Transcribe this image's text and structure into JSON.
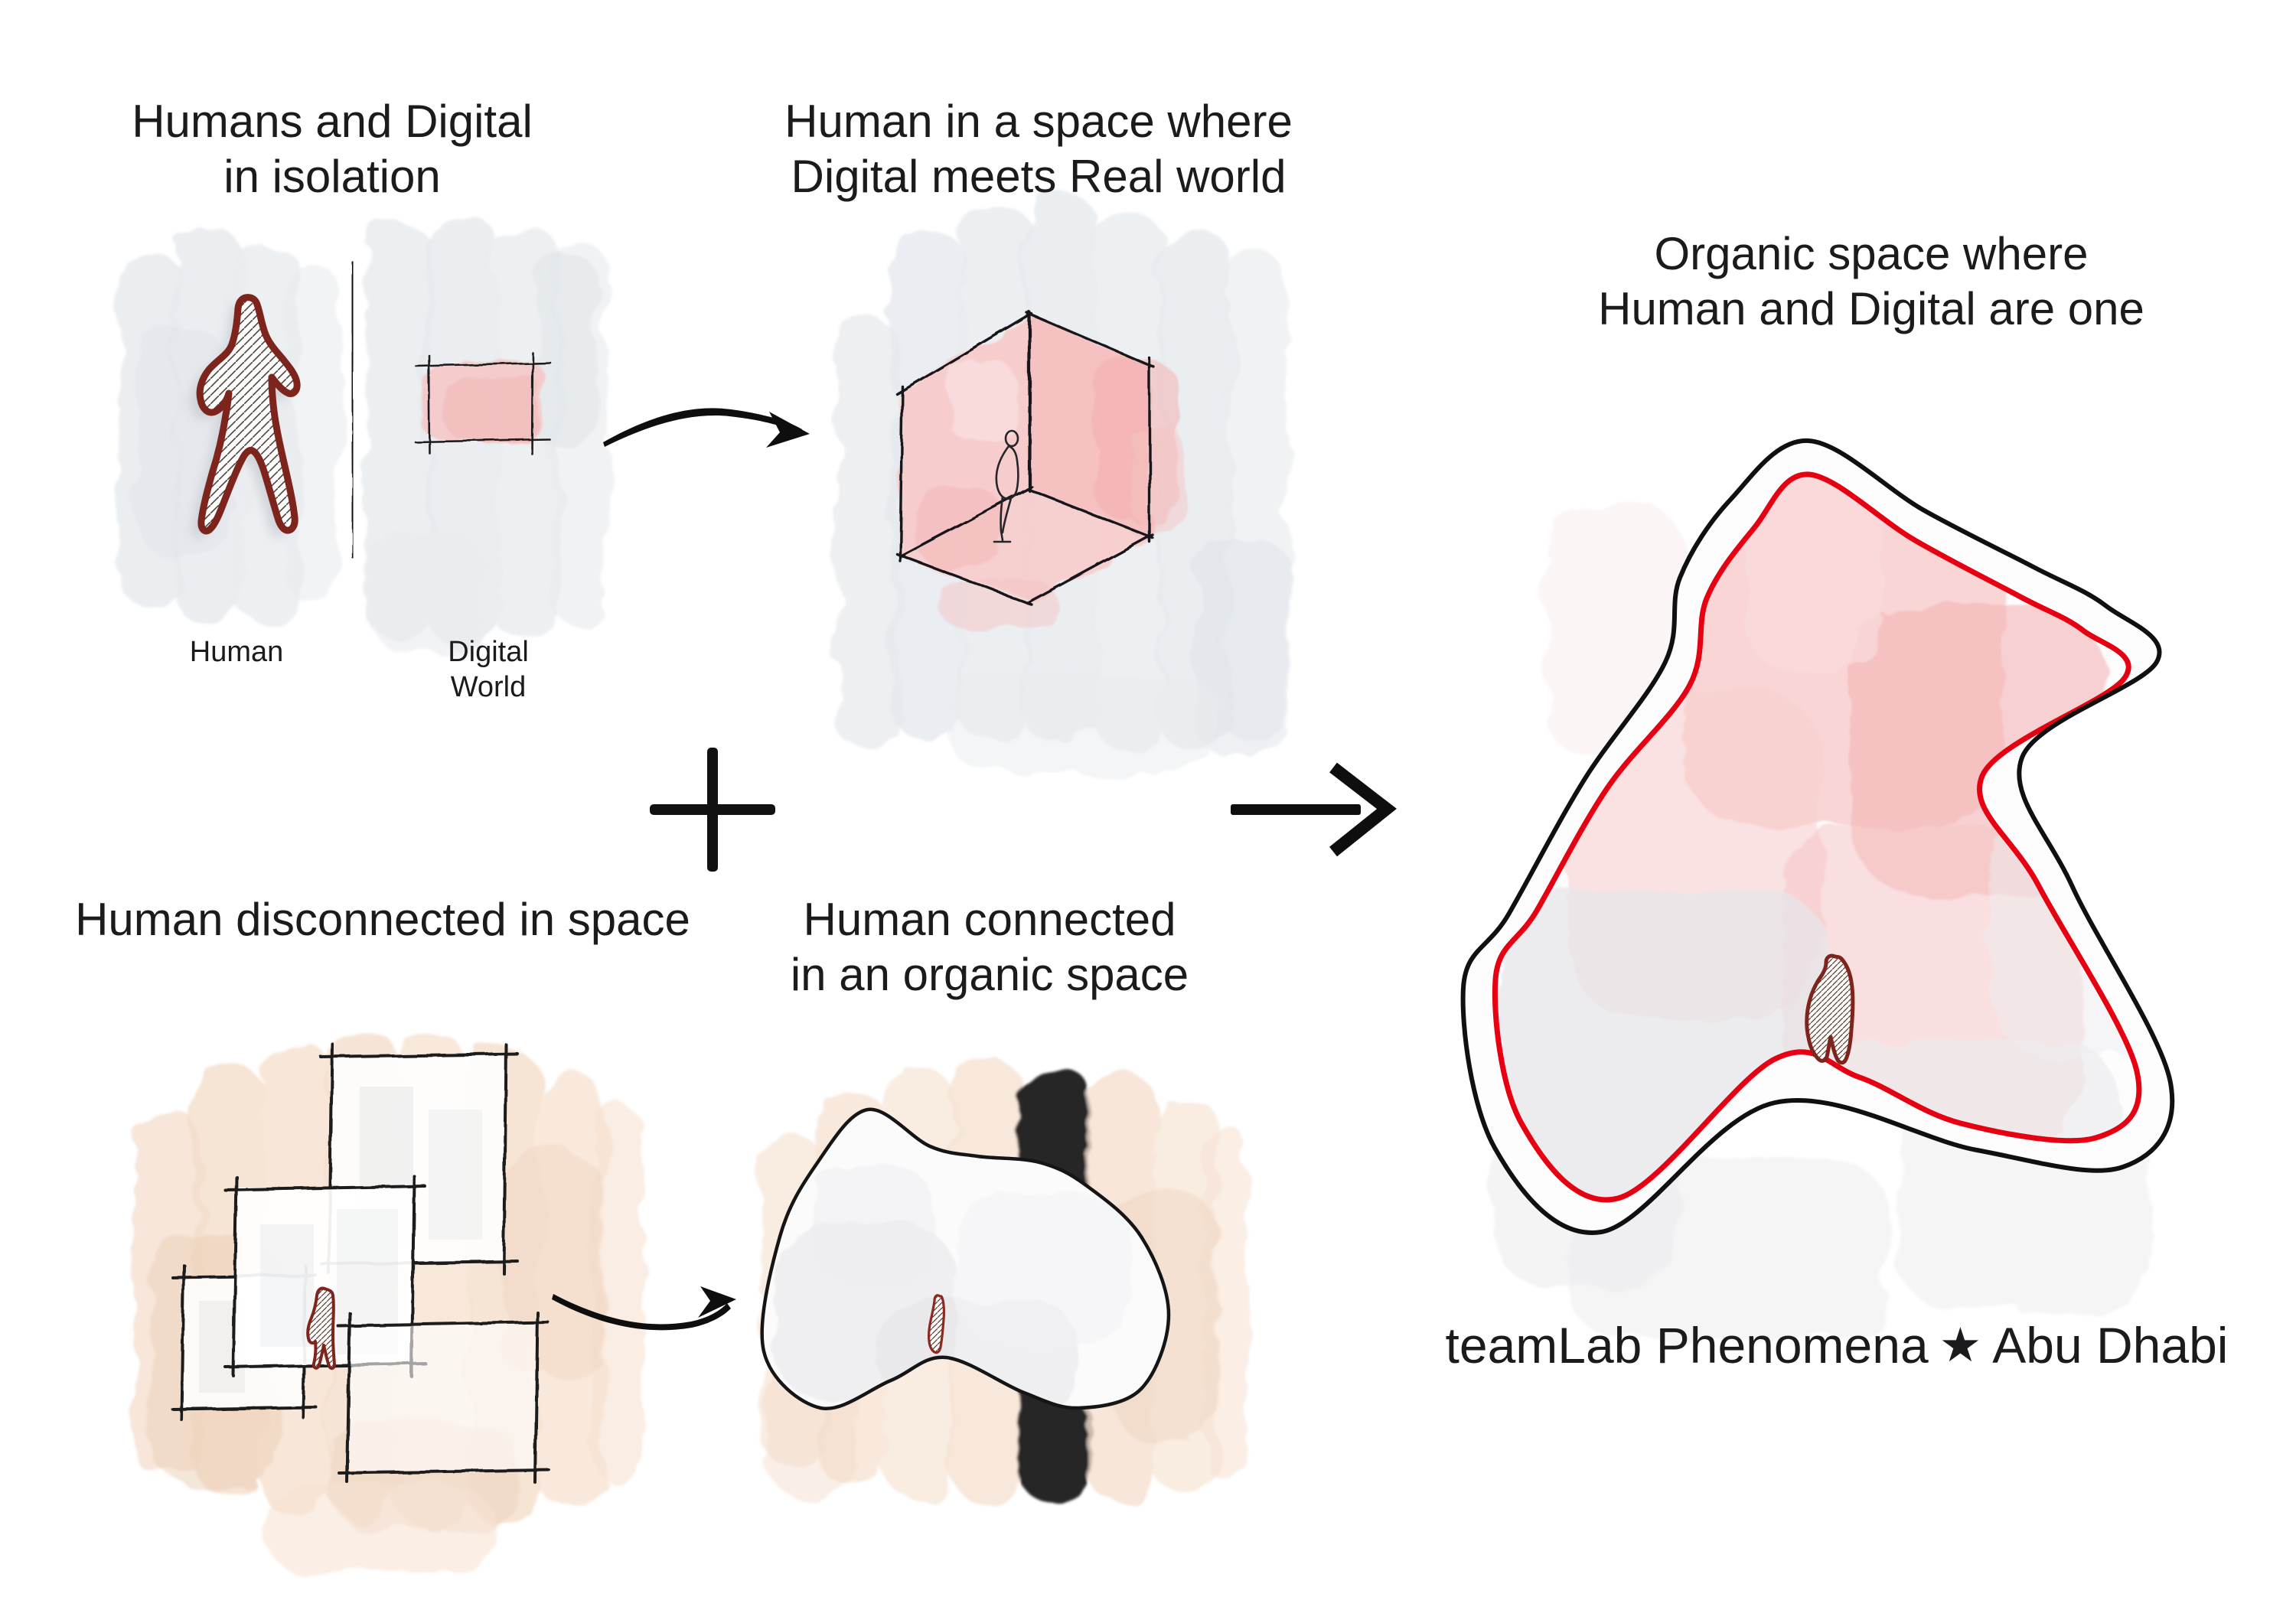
{
  "titles": {
    "isolation": "Humans and Digital\nin isolation",
    "meets": "Human in a space where\nDigital meets Real world",
    "disconnected": "Human disconnected in space",
    "connected": "Human connected\nin an organic space",
    "organic_one": "Organic space where\nHuman and Digital are one"
  },
  "labels": {
    "human": "Human",
    "digital_world": "Digital\nWorld"
  },
  "caption": {
    "before_star": "teamLab Phenomena",
    "star": "★",
    "after_star": "Abu Dhabi"
  },
  "colors": {
    "ink": "#1b1b1d",
    "maroon": "#7d241c",
    "red": "#e60012",
    "pink": "#f6c4c4",
    "peach": "#f4decd",
    "grayblue": "#e8ebee"
  }
}
